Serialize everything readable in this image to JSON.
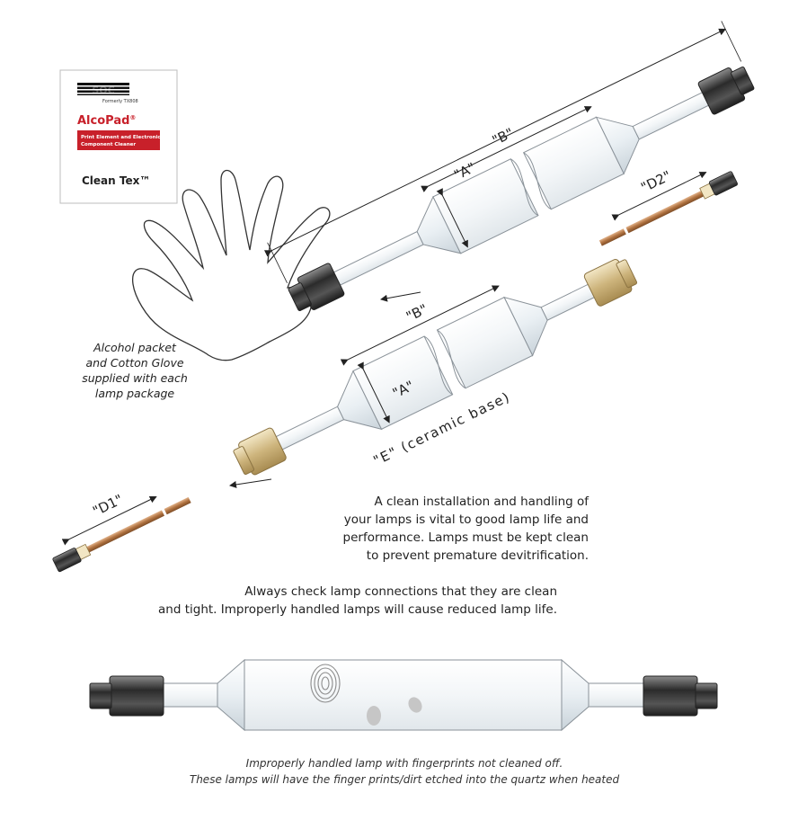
{
  "packet": {
    "brand": "SOC",
    "formerly": "Formerly TX808",
    "product": "AlcoPad",
    "trademark": "®",
    "band_line1": "Print Element and Electronic",
    "band_line2": "Component Cleaner",
    "footer": "Clean Tex™"
  },
  "labels": {
    "a_top": "\"A\"",
    "b_top": "\"B\"",
    "a_mid": "\"A\"",
    "b_mid": "\"B\"",
    "d1": "\"D1\"",
    "d2": "\"D2\"",
    "e": "\"E\" (ceramic base)"
  },
  "side_caption": [
    "Alcohol packet",
    "and Cotton Glove",
    "supplied with each",
    "lamp package"
  ],
  "paragraph1": [
    "A clean installation and handling of",
    "your lamps is vital to good lamp life and",
    "performance. Lamps must be kept clean",
    "to prevent premature devitrification."
  ],
  "paragraph2": [
    "Always check lamp connections that they are clean",
    "and tight. Improperly handled lamps will cause reduced lamp life."
  ],
  "bottom_caption": [
    "Improperly handled lamp with fingerprints not cleaned off.",
    "These lamps will have the finger prints/dirt etched into the quartz when heated"
  ],
  "colors": {
    "packet_red": "#c8202a",
    "glass": "#f1f4f6",
    "glass_stroke": "#8a9299",
    "endcap_dark": "#3a3a3a",
    "ceramic": "#d9c79a",
    "copper": "#b87a4b"
  }
}
